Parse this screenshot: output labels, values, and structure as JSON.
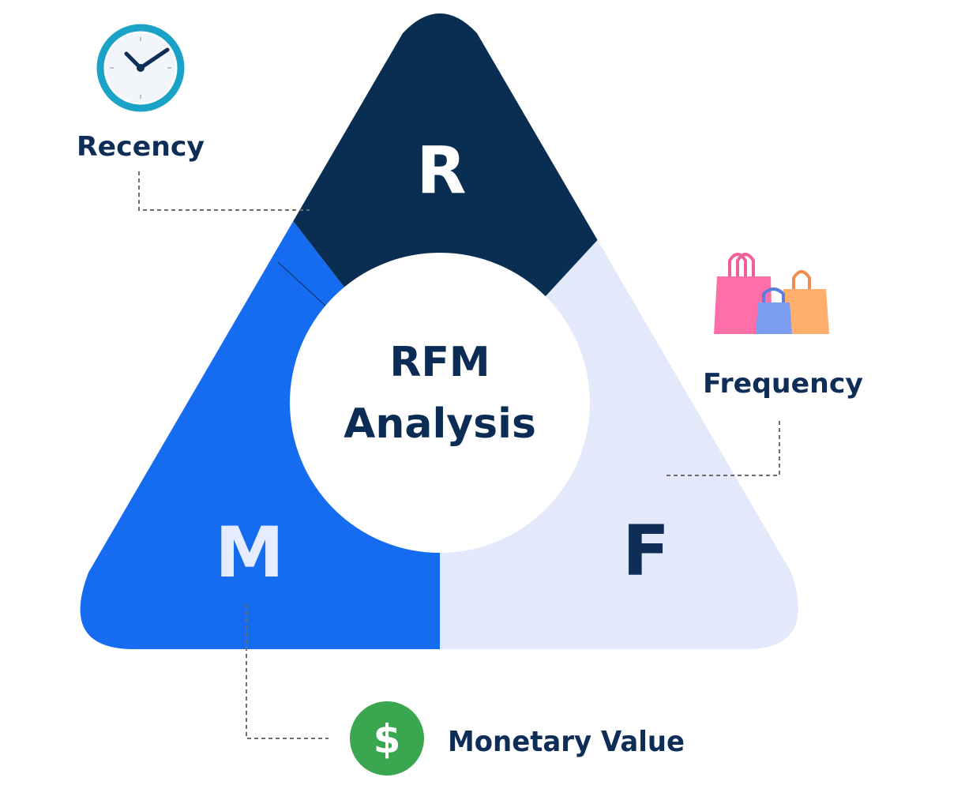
{
  "segments": {
    "recency": {
      "letter": "R",
      "color": "#0a2e52"
    },
    "frequency": {
      "letter": "F",
      "color": "#e3e9fa"
    },
    "monetary": {
      "letter": "M",
      "color": "#166cf0"
    }
  },
  "center": {
    "line1": "RFM",
    "line2": "Analysis"
  },
  "labels": {
    "recency": "Recency",
    "frequency": "Frequency",
    "monetary": "Monetary Value"
  },
  "icons": {
    "recency": "clock-icon",
    "frequency": "shopping-bags-icon",
    "monetary": "dollar-coin-icon"
  },
  "dollar_symbol": "$",
  "colors": {
    "text_dark": "#0e2d57",
    "m_letter": "#e6ecff",
    "clock_ring": "#1ba3c7",
    "coin": "#3aa650"
  }
}
